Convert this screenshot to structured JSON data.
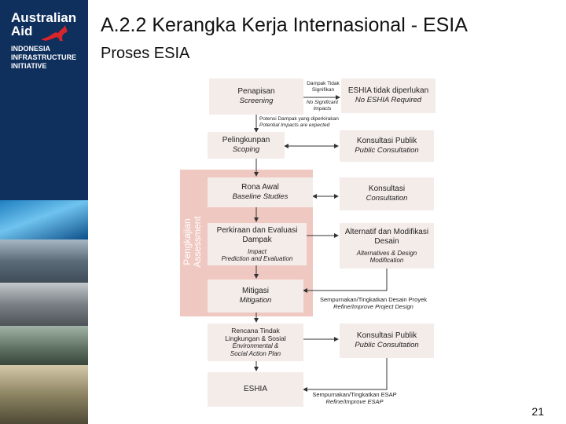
{
  "logo": {
    "line1": "Australian",
    "line2": "Aid",
    "initiative": [
      "INDONESIA",
      "INFRASTRUCTURE",
      "INITIATIVE"
    ]
  },
  "title": "A.2.2 Kerangka Kerja Internasional - ESIA",
  "subtitle": "Proses ESIA",
  "assessment_label": [
    "Pengkajian",
    "Assessment"
  ],
  "boxes": {
    "screening": {
      "t": "Penapisan",
      "e": "Screening"
    },
    "not_required": {
      "t": "ESHIA tidak diperlukan",
      "e": "No ESHIA Required"
    },
    "scoping": {
      "t": "Pelingkunpan",
      "e": "Scoping"
    },
    "consult1": {
      "t": "Konsultasi Publik",
      "e": "Public Consultation"
    },
    "baseline": {
      "t": "Rona Awal",
      "e": "Baseline Studies"
    },
    "consult2": {
      "t": "Konsultasi",
      "e": "Consultation"
    },
    "impact": {
      "t": "Perkiraan dan Evaluasi Dampak",
      "s1": "Impact",
      "s2": "Prediction and Evaluation"
    },
    "alternatives": {
      "t": "Alternatif dan Modifikasi Desain",
      "s1": "Alternatives & Design",
      "s2": "Modification"
    },
    "mitigation": {
      "t": "Mitigasi",
      "e": "Mitigation"
    },
    "rencana": {
      "l1": "Rencana Tindak",
      "l2": "Lingkungan & Sosial",
      "l3": "Environmental &",
      "l4": "Social Action Plan"
    },
    "consult3": {
      "t": "Konsultasi Publik",
      "e": "Public Consultation"
    },
    "eshia": {
      "t": "ESHIA"
    }
  },
  "labels": {
    "no_impact_1": "Dampak Tidak",
    "no_impact_2": "Signifikan",
    "no_impact_3": "No Significant",
    "no_impact_4": "Impacts",
    "expected_1": "Potensi Dampak yang diperkirakan",
    "expected_2": "Potential Impacts are expected",
    "refine1_1": "Sempurnakan/Tingkatkan Desain Proyek",
    "refine1_2": "Refine/Improve Project Design",
    "refine2_1": "Sempurnakan/Tingkatkan ESAP",
    "refine2_2": "Refine/Improve ESAP"
  },
  "page_number": "21"
}
